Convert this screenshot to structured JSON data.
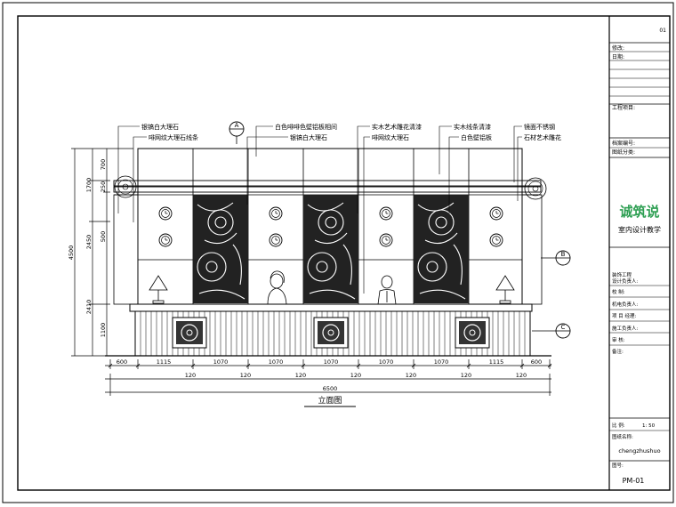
{
  "title_block": {
    "sheet_no_top": "01",
    "rows_top": [
      "修改:",
      "日期:"
    ],
    "project": "工程项目:",
    "file_no": "档案编号:",
    "drawing_cat": "图纸分类:",
    "logo_text": "诚筑说",
    "course": "室内设计教学",
    "rows_mid": [
      "装饰工程",
      "设计负责人:",
      "校      制:",
      "机电负责人:",
      "项 目 经理:",
      "施工负责人:",
      "审      核:",
      "备注:"
    ],
    "scale_label": "比      例:",
    "scale_value": "1: 50",
    "drawing_name_label": "图纸名称:",
    "drawing_name": "chengzhushuo",
    "drawing_no_label": "图号:",
    "drawing_no": "PM-01"
  },
  "drawing": {
    "caption": "立面图",
    "section_markers": [
      "A",
      "B",
      "C"
    ],
    "labels_left": [
      "银镐白大理石",
      "啡网纹大理石线条"
    ],
    "labels_center": [
      "白色啡啡色壁铝板相间",
      "银镐白大理石"
    ],
    "labels_mid": [
      "实木艺术雕花清漆",
      "啡网纹大理石"
    ],
    "labels_right1": [
      "实木线条清漆",
      "白色壁铝板"
    ],
    "labels_right2": [
      "镜面不锈钢",
      "石材艺术雕花"
    ],
    "dims_left_outer": [
      "1700",
      "2450",
      "2410"
    ],
    "dims_left_total": "4500",
    "dims_left_inner": [
      "700",
      "250",
      "500",
      "1100"
    ],
    "dims_bottom_top": [
      "600",
      "1115",
      "1070",
      "1070",
      "1070",
      "1070",
      "1070",
      "1115",
      "600"
    ],
    "dims_bottom_mid": [
      "120",
      "120",
      "120",
      "120",
      "120",
      "120",
      "120"
    ],
    "dims_bottom_total": "6500"
  }
}
